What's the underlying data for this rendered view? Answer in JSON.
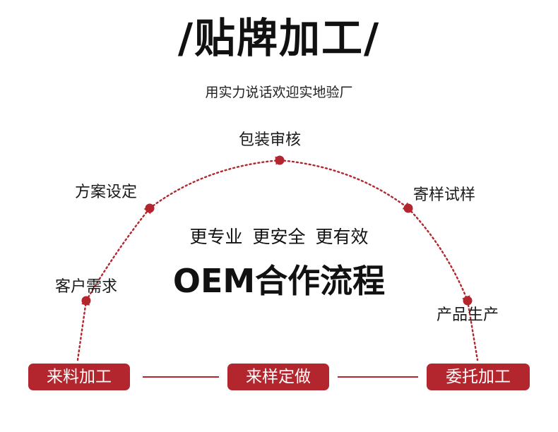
{
  "header": {
    "title": "/贴牌加工/",
    "subtitle": "用实力说话欢迎实地验厂"
  },
  "process": {
    "steps": [
      "客户需求",
      "方案设定",
      "包装审核",
      "寄样试样",
      "产品生产"
    ],
    "slogan": "更专业 更安全 更有效",
    "headline": "OEM合作流程"
  },
  "modes": [
    "来料加工",
    "来样定做",
    "委托加工"
  ],
  "colors": {
    "accent": "#b3262d",
    "text": "#111111",
    "background": "#ffffff"
  }
}
